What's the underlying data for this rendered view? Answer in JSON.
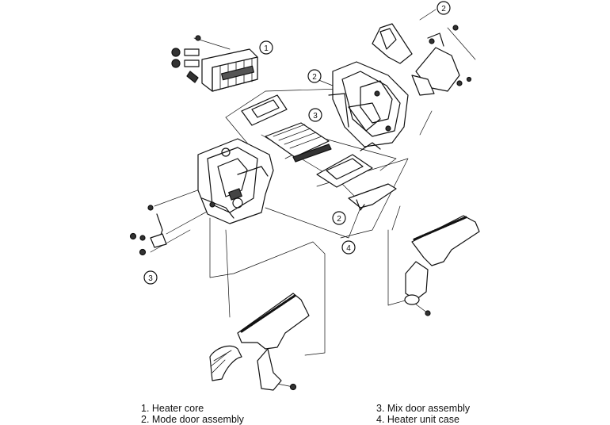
{
  "callouts": {
    "heater_core": "1",
    "mode_door_upper": "2",
    "mode_door_right_top": "2",
    "mix_door_center": "3",
    "mode_door_lower": "2",
    "heater_case": "4",
    "mix_door_linkage": "3"
  },
  "legend": {
    "item1": "1. Heater core",
    "item2": "2. Mode door assembly",
    "item3": "3. Mix door assembly",
    "item4": "4. Heater unit case"
  }
}
